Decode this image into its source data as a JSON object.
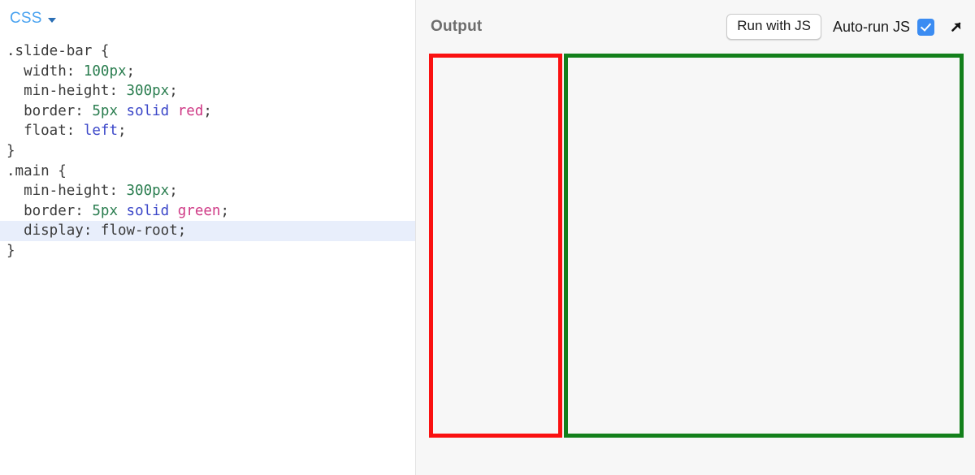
{
  "editor": {
    "language_label": "CSS",
    "language_caret_icon": "chevron-down-icon",
    "lines": [
      {
        "id": "l1",
        "highlighted": false,
        "text": ".slide-bar {"
      },
      {
        "id": "l2",
        "highlighted": false,
        "text": "  width: 100px;"
      },
      {
        "id": "l3",
        "highlighted": false,
        "text": "  min-height: 300px;"
      },
      {
        "id": "l4",
        "highlighted": false,
        "text": "  border: 5px solid red;"
      },
      {
        "id": "l5",
        "highlighted": false,
        "text": "  float: left;"
      },
      {
        "id": "l6",
        "highlighted": false,
        "text": "}"
      },
      {
        "id": "l7",
        "highlighted": false,
        "text": ".main {"
      },
      {
        "id": "l8",
        "highlighted": false,
        "text": "  min-height: 300px;"
      },
      {
        "id": "l9",
        "highlighted": false,
        "text": "  border: 5px solid green;"
      },
      {
        "id": "l10",
        "highlighted": true,
        "text": "  display: flow-root;"
      },
      {
        "id": "l11",
        "highlighted": false,
        "text": "}"
      }
    ],
    "tokens": {
      "l1": [
        {
          "t": ".slide-bar",
          "c": "t-sel"
        },
        {
          "t": " {",
          "c": "t-punc"
        }
      ],
      "l2": [
        {
          "t": "  width",
          "c": "t-prop"
        },
        {
          "t": ": ",
          "c": "t-punc"
        },
        {
          "t": "100px",
          "c": "t-num"
        },
        {
          "t": ";",
          "c": "t-punc"
        }
      ],
      "l3": [
        {
          "t": "  min-height",
          "c": "t-prop"
        },
        {
          "t": ": ",
          "c": "t-punc"
        },
        {
          "t": "300px",
          "c": "t-num"
        },
        {
          "t": ";",
          "c": "t-punc"
        }
      ],
      "l4": [
        {
          "t": "  border",
          "c": "t-prop"
        },
        {
          "t": ": ",
          "c": "t-punc"
        },
        {
          "t": "5px",
          "c": "t-num"
        },
        {
          "t": " ",
          "c": "t-punc"
        },
        {
          "t": "solid",
          "c": "t-kw"
        },
        {
          "t": " ",
          "c": "t-punc"
        },
        {
          "t": "red",
          "c": "t-color"
        },
        {
          "t": ";",
          "c": "t-punc"
        }
      ],
      "l5": [
        {
          "t": "  float",
          "c": "t-prop"
        },
        {
          "t": ": ",
          "c": "t-punc"
        },
        {
          "t": "left",
          "c": "t-kw"
        },
        {
          "t": ";",
          "c": "t-punc"
        }
      ],
      "l6": [
        {
          "t": "}",
          "c": "t-punc"
        }
      ],
      "l7": [
        {
          "t": ".main",
          "c": "t-sel"
        },
        {
          "t": " {",
          "c": "t-punc"
        }
      ],
      "l8": [
        {
          "t": "  min-height",
          "c": "t-prop"
        },
        {
          "t": ": ",
          "c": "t-punc"
        },
        {
          "t": "300px",
          "c": "t-num"
        },
        {
          "t": ";",
          "c": "t-punc"
        }
      ],
      "l9": [
        {
          "t": "  border",
          "c": "t-prop"
        },
        {
          "t": ": ",
          "c": "t-punc"
        },
        {
          "t": "5px",
          "c": "t-num"
        },
        {
          "t": " ",
          "c": "t-punc"
        },
        {
          "t": "solid",
          "c": "t-kw"
        },
        {
          "t": " ",
          "c": "t-punc"
        },
        {
          "t": "green",
          "c": "t-color"
        },
        {
          "t": ";",
          "c": "t-punc"
        }
      ],
      "l10": [
        {
          "t": "  display",
          "c": "t-prop"
        },
        {
          "t": ": ",
          "c": "t-punc"
        },
        {
          "t": "flow-root",
          "c": "t-plain"
        },
        {
          "t": ";",
          "c": "t-punc"
        }
      ],
      "l11": [
        {
          "t": "}",
          "c": "t-punc"
        }
      ]
    }
  },
  "output": {
    "title": "Output",
    "run_button_label": "Run with JS",
    "autorun_label": "Auto-run JS",
    "autorun_checked": true,
    "expand_icon": "diagonal-arrow-icon",
    "preview": {
      "slide_bar": {
        "name": ".slide-bar",
        "border_color": "#fa1111",
        "background": "#f7f7f7"
      },
      "main": {
        "name": ".main",
        "border_color": "#13801b",
        "background": "#f7f7f7"
      }
    }
  },
  "colors": {
    "accent_blue": "#4aa3f0",
    "checkbox_blue": "#3b8cf2",
    "red_border": "#fa1111",
    "green_border": "#13801b",
    "highlight_line": "#e8eefb",
    "pane_background": "#f7f7f7",
    "editor_background": "#ffffff"
  }
}
